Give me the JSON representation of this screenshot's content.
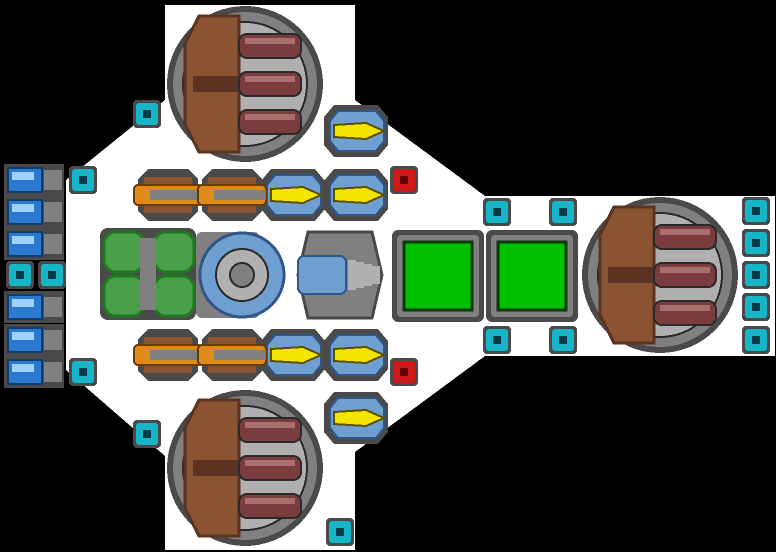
{
  "title": "",
  "colors": {
    "background": "#000000",
    "hull": "#ffffff",
    "metal": "#808080",
    "metal_dark": "#4a4a4a",
    "metal_light": "#b0b0b0",
    "outline": "#2a2a2a",
    "armor_brown": "#8a5433",
    "armor_brown_dark": "#5c3320",
    "barrel": "#7a3c3c",
    "barrel_light": "#a8706c",
    "cyan": "#18b4c8",
    "cyan_light": "#7fe6f0",
    "blue": "#2a7ad0",
    "blue_light": "#9fd0ff",
    "yellow": "#f5e400",
    "orange": "#e08a18",
    "red": "#d01818",
    "green": "#00c000",
    "green_dark": "#1f7a1f",
    "green_pipe": "#4aa04a",
    "steel_blue": "#6f9ed0"
  },
  "sprites": {
    "heavy_turrets": [
      "heavy-turret-top",
      "heavy-turret-bottom",
      "heavy-turret-right"
    ],
    "missile_pods": [
      "missile-pod-a",
      "missile-pod-b",
      "missile-pod-c",
      "missile-pod-d",
      "missile-pod-e",
      "missile-pod-f"
    ],
    "thruster_modules": [
      "thruster-1",
      "thruster-2",
      "thruster-3",
      "thruster-4",
      "thruster-5",
      "thruster-6",
      "thruster-7"
    ],
    "cargo_bays": [
      "cargo-bay-left",
      "cargo-bay-right"
    ],
    "fuel_tank": "fuel-tank",
    "reactor": "reactor-core",
    "drill": "drill-head"
  }
}
